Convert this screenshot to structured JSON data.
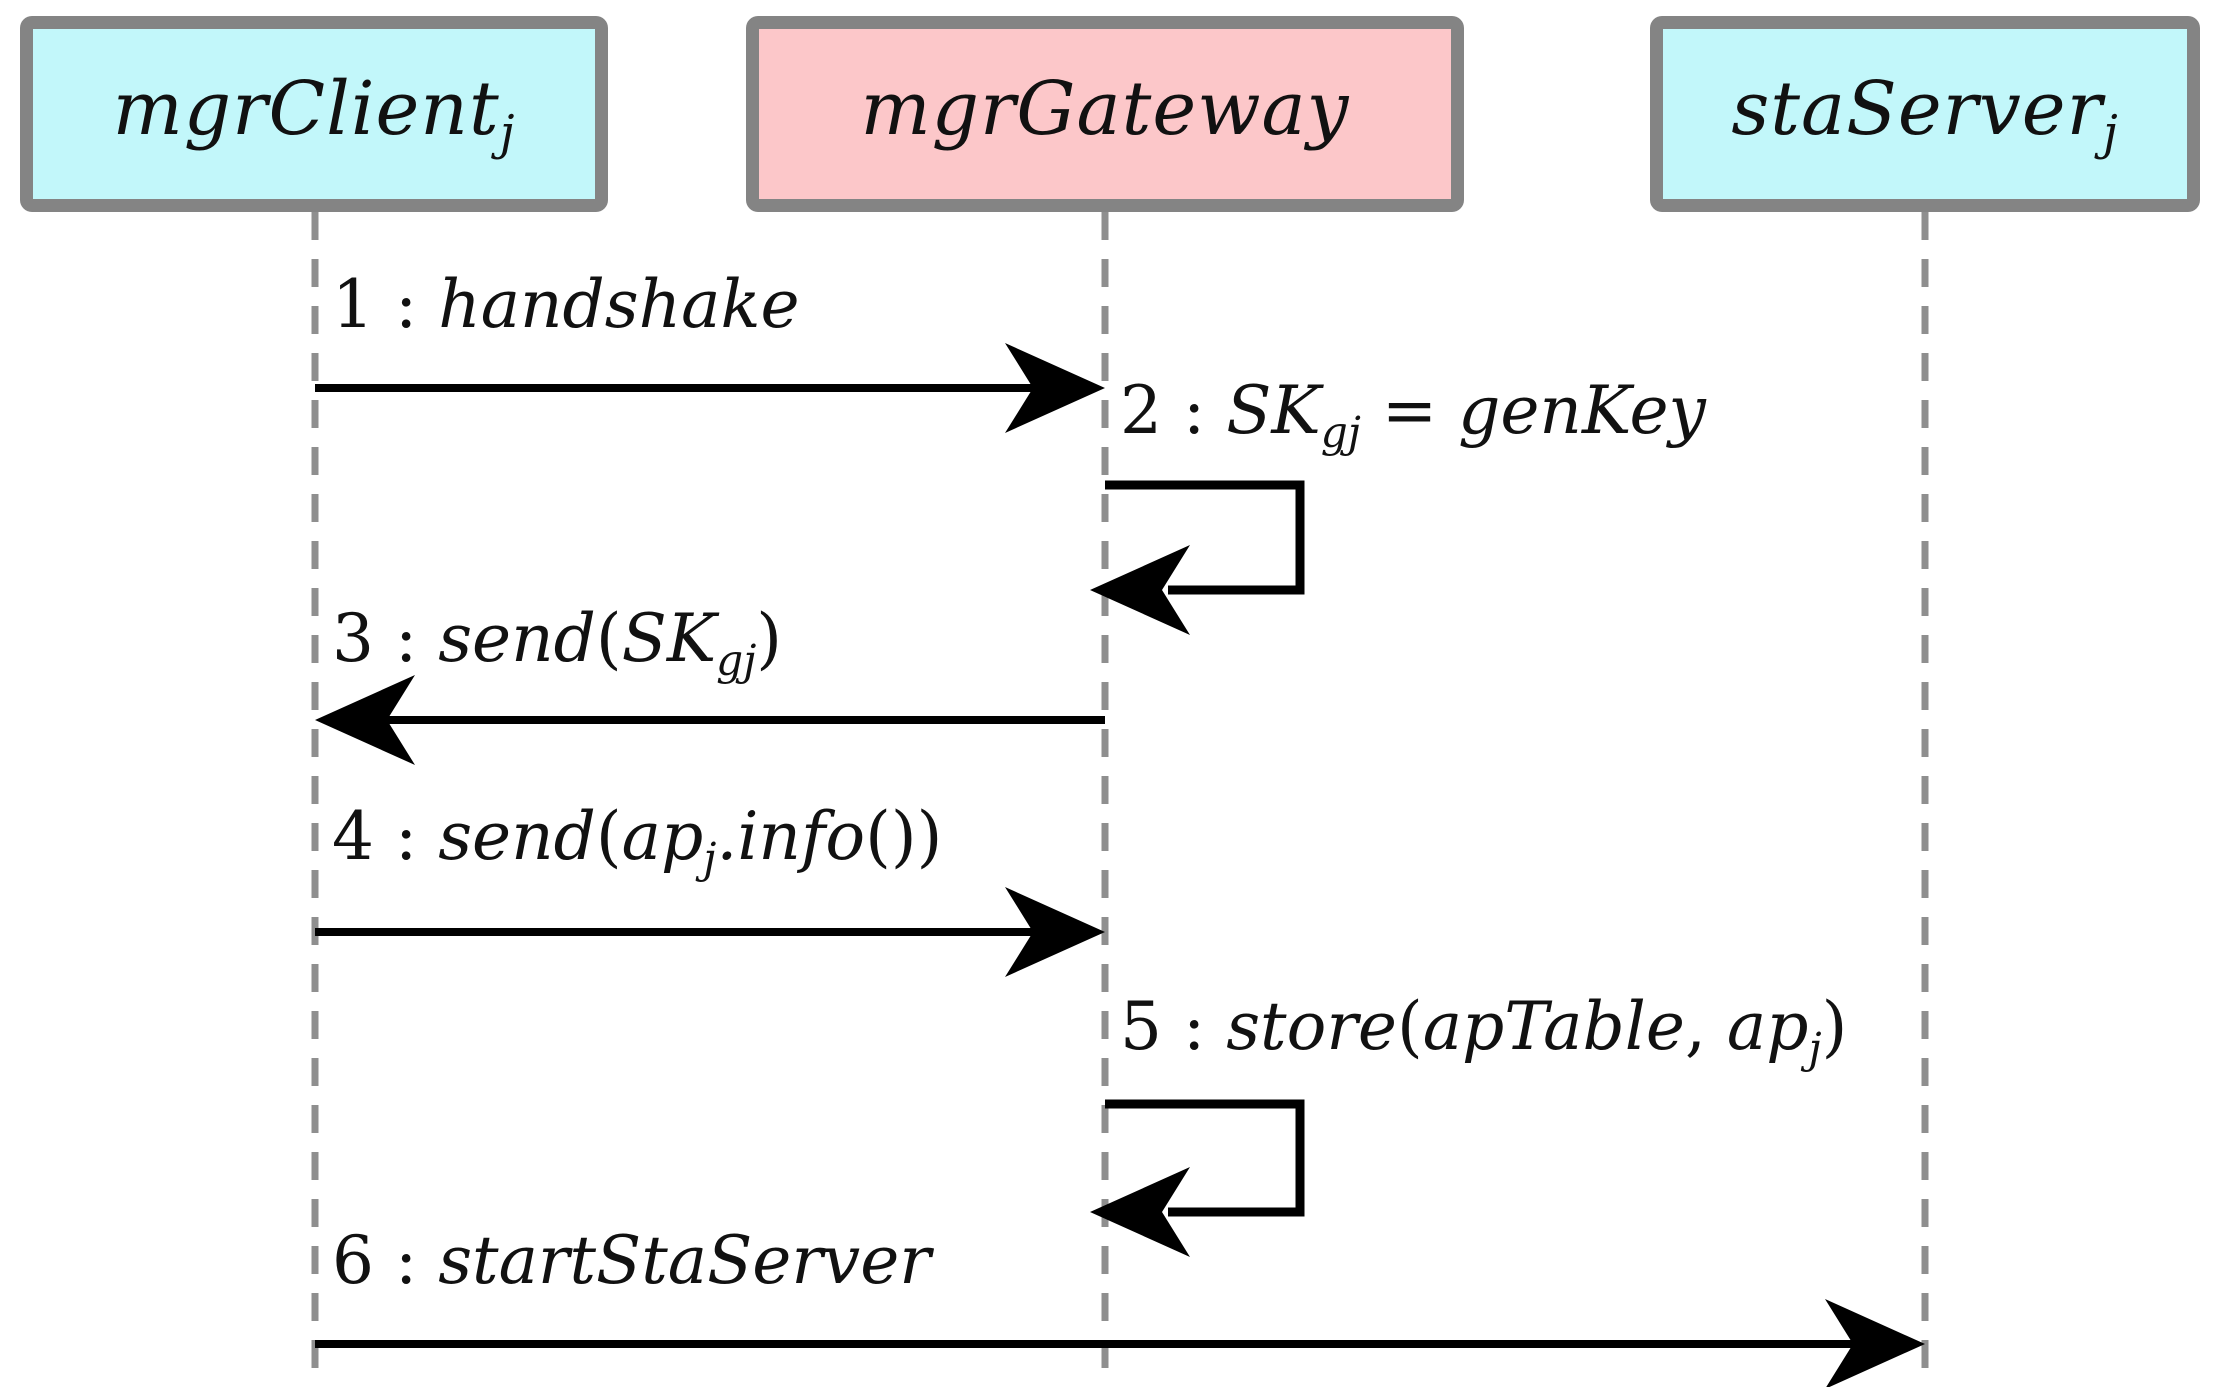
{
  "diagram": {
    "type": "uml-sequence-diagram",
    "actors": [
      {
        "name": "mgrClient",
        "sub": "j",
        "fill_key": "actor_cyan"
      },
      {
        "name": "mgrGateway",
        "sub": "",
        "fill_key": "actor_pink"
      },
      {
        "name": "staServer",
        "sub": "j",
        "fill_key": "actor_cyan"
      }
    ],
    "messages": [
      {
        "label_plain": "1 : handshake",
        "from": "mgrClient",
        "to": "mgrGateway",
        "kind": "call",
        "segments": [
          {
            "t": "1 : ",
            "s": "rm"
          },
          {
            "t": "handshake",
            "s": "it"
          }
        ]
      },
      {
        "label_plain": "2 : SKgj = genKey",
        "from": "mgrGateway",
        "to": "mgrGateway",
        "kind": "self",
        "segments": [
          {
            "t": "2 : ",
            "s": "rm"
          },
          {
            "t": "SK",
            "s": "it"
          },
          {
            "t": "gj",
            "s": "sub"
          },
          {
            "t": " = ",
            "s": "rm"
          },
          {
            "t": "genKey",
            "s": "it"
          }
        ]
      },
      {
        "label_plain": "3 : send(SKgj)",
        "from": "mgrGateway",
        "to": "mgrClient",
        "kind": "call",
        "segments": [
          {
            "t": "3 : ",
            "s": "rm"
          },
          {
            "t": "send",
            "s": "it"
          },
          {
            "t": "(",
            "s": "rm"
          },
          {
            "t": "SK",
            "s": "it"
          },
          {
            "t": "gj",
            "s": "sub"
          },
          {
            "t": ")",
            "s": "rm"
          }
        ]
      },
      {
        "label_plain": "4 : send(apj.info())",
        "from": "mgrClient",
        "to": "mgrGateway",
        "kind": "call",
        "segments": [
          {
            "t": "4 : ",
            "s": "rm"
          },
          {
            "t": "send",
            "s": "it"
          },
          {
            "t": "(",
            "s": "rm"
          },
          {
            "t": "ap",
            "s": "it"
          },
          {
            "t": "j",
            "s": "sub"
          },
          {
            "t": ".info",
            "s": "it"
          },
          {
            "t": "())",
            "s": "rm"
          }
        ]
      },
      {
        "label_plain": "5 : store(apTable, apj)",
        "from": "mgrGateway",
        "to": "mgrGateway",
        "kind": "self",
        "segments": [
          {
            "t": "5 : ",
            "s": "rm"
          },
          {
            "t": "store",
            "s": "it"
          },
          {
            "t": "(",
            "s": "rm"
          },
          {
            "t": "apTable",
            "s": "it"
          },
          {
            "t": ", ",
            "s": "rm"
          },
          {
            "t": "ap",
            "s": "it"
          },
          {
            "t": "j",
            "s": "sub"
          },
          {
            "t": ")",
            "s": "rm"
          }
        ]
      },
      {
        "label_plain": "6 : startStaServer",
        "from": "mgrClient",
        "to": "staServer",
        "kind": "call",
        "segments": [
          {
            "t": "6 : ",
            "s": "rm"
          },
          {
            "t": "startStaServer",
            "s": "it"
          }
        ]
      }
    ],
    "colors": {
      "actor_cyan": "#c2f7fa",
      "actor_pink": "#fcc7c9",
      "actor_border": "#848484",
      "lifeline": "#8f8f8f",
      "arrow": "#000000",
      "text": "#111111",
      "background": "#ffffff"
    }
  }
}
